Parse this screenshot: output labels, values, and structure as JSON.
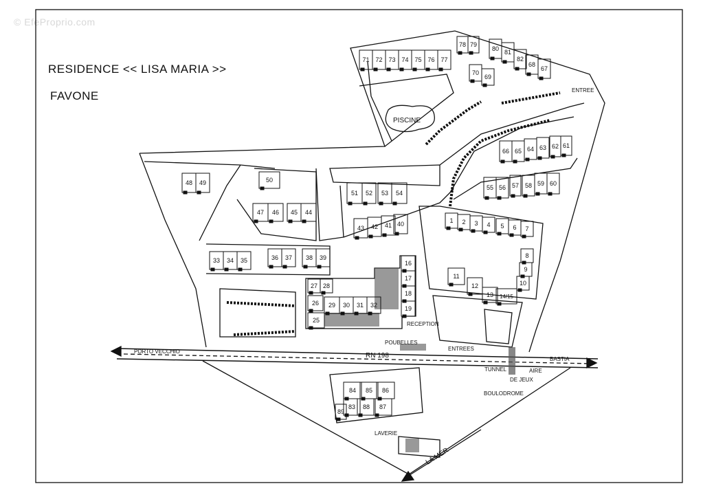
{
  "watermark": "© EfeProprio.com",
  "title": "RESIDENCE << LISA MARIA >>",
  "subtitle": "FAVONE",
  "places": {
    "piscine": "PISCINE",
    "reception": "RECEPTION",
    "poubelles": "POUBELLES",
    "entrees": "ENTREES",
    "rn198": "RN 198",
    "porto_vecchio": "PORTO VECCHIO",
    "bastia": "BASTIA",
    "tunnel": "TUNNEL",
    "aire": "AIRE",
    "de_jeux": "DE JEUX",
    "boulodrome": "BOULODROME",
    "laverie": "LAVERIE",
    "la_mer": "LA MER",
    "entree_top": "ENTREE"
  },
  "units": [
    "1",
    "2",
    "3",
    "4",
    "5",
    "6",
    "7",
    "8",
    "9",
    "10",
    "11",
    "12",
    "13",
    "14/15",
    "16",
    "17",
    "18",
    "19",
    "25",
    "26",
    "27",
    "28",
    "29",
    "30",
    "31",
    "32",
    "33",
    "34",
    "35",
    "36",
    "37",
    "38",
    "39",
    "40",
    "41",
    "42",
    "43",
    "44",
    "45",
    "46",
    "47",
    "48",
    "49",
    "50",
    "51",
    "52",
    "53",
    "54",
    "55",
    "56",
    "57",
    "58",
    "59",
    "60",
    "61",
    "62",
    "63",
    "64",
    "65",
    "66",
    "67",
    "68",
    "69",
    "70",
    "71",
    "72",
    "73",
    "74",
    "75",
    "76",
    "77",
    "78",
    "79",
    "80",
    "81",
    "82",
    "83",
    "84",
    "85",
    "86",
    "87",
    "88",
    "89"
  ]
}
